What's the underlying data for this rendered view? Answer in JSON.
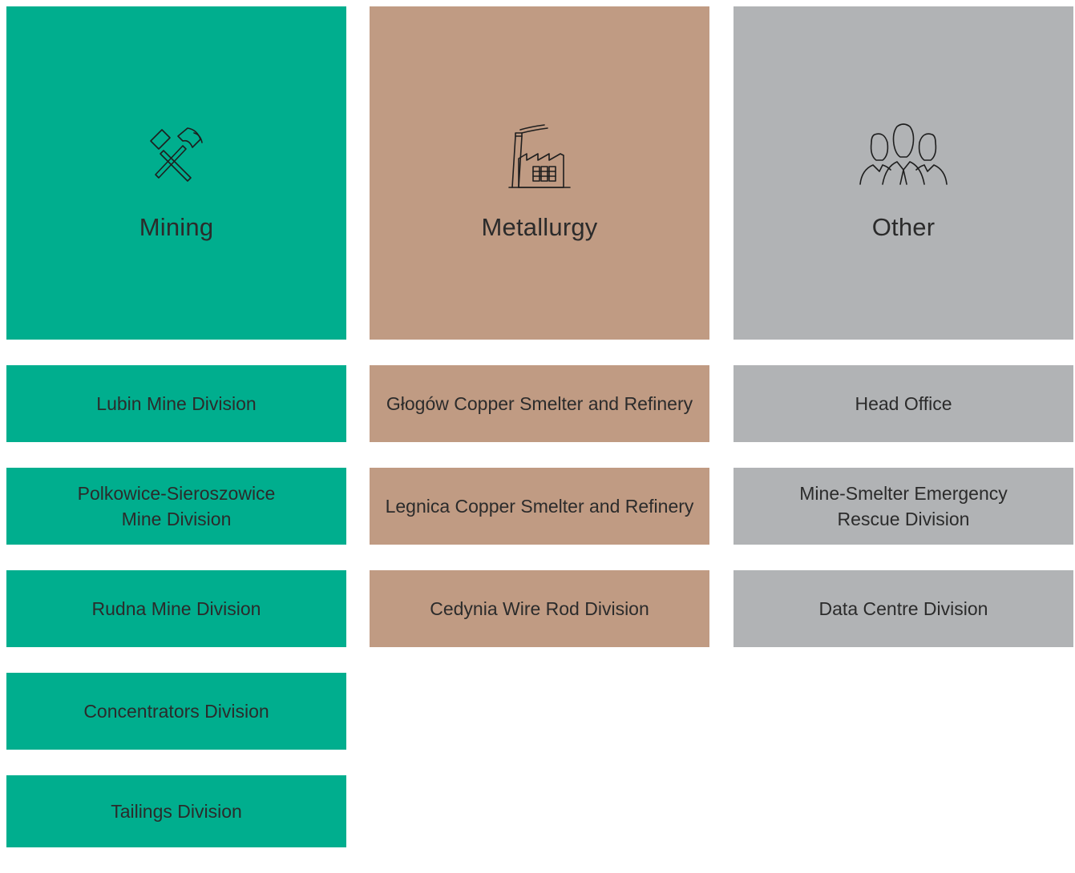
{
  "columns": [
    {
      "title": "Mining",
      "icon": "hammer-pick-icon",
      "color": "#00ae8e",
      "divisions": [
        "Lubin Mine Division",
        "Polkowice-Sieroszowice\nMine Division",
        "Rudna Mine Division",
        "Concentrators Division",
        "Tailings Division"
      ]
    },
    {
      "title": "Metallurgy",
      "icon": "factory-icon",
      "color": "#c09b83",
      "divisions": [
        "Głogów Copper Smelter and Refinery",
        "Legnica Copper Smelter and Refinery",
        "Cedynia Wire Rod Division"
      ]
    },
    {
      "title": "Other",
      "icon": "people-group-icon",
      "color": "#b1b3b5",
      "divisions": [
        "Head Office",
        "Mine-Smelter Emergency\nRescue Division",
        "Data Centre Division"
      ]
    }
  ]
}
